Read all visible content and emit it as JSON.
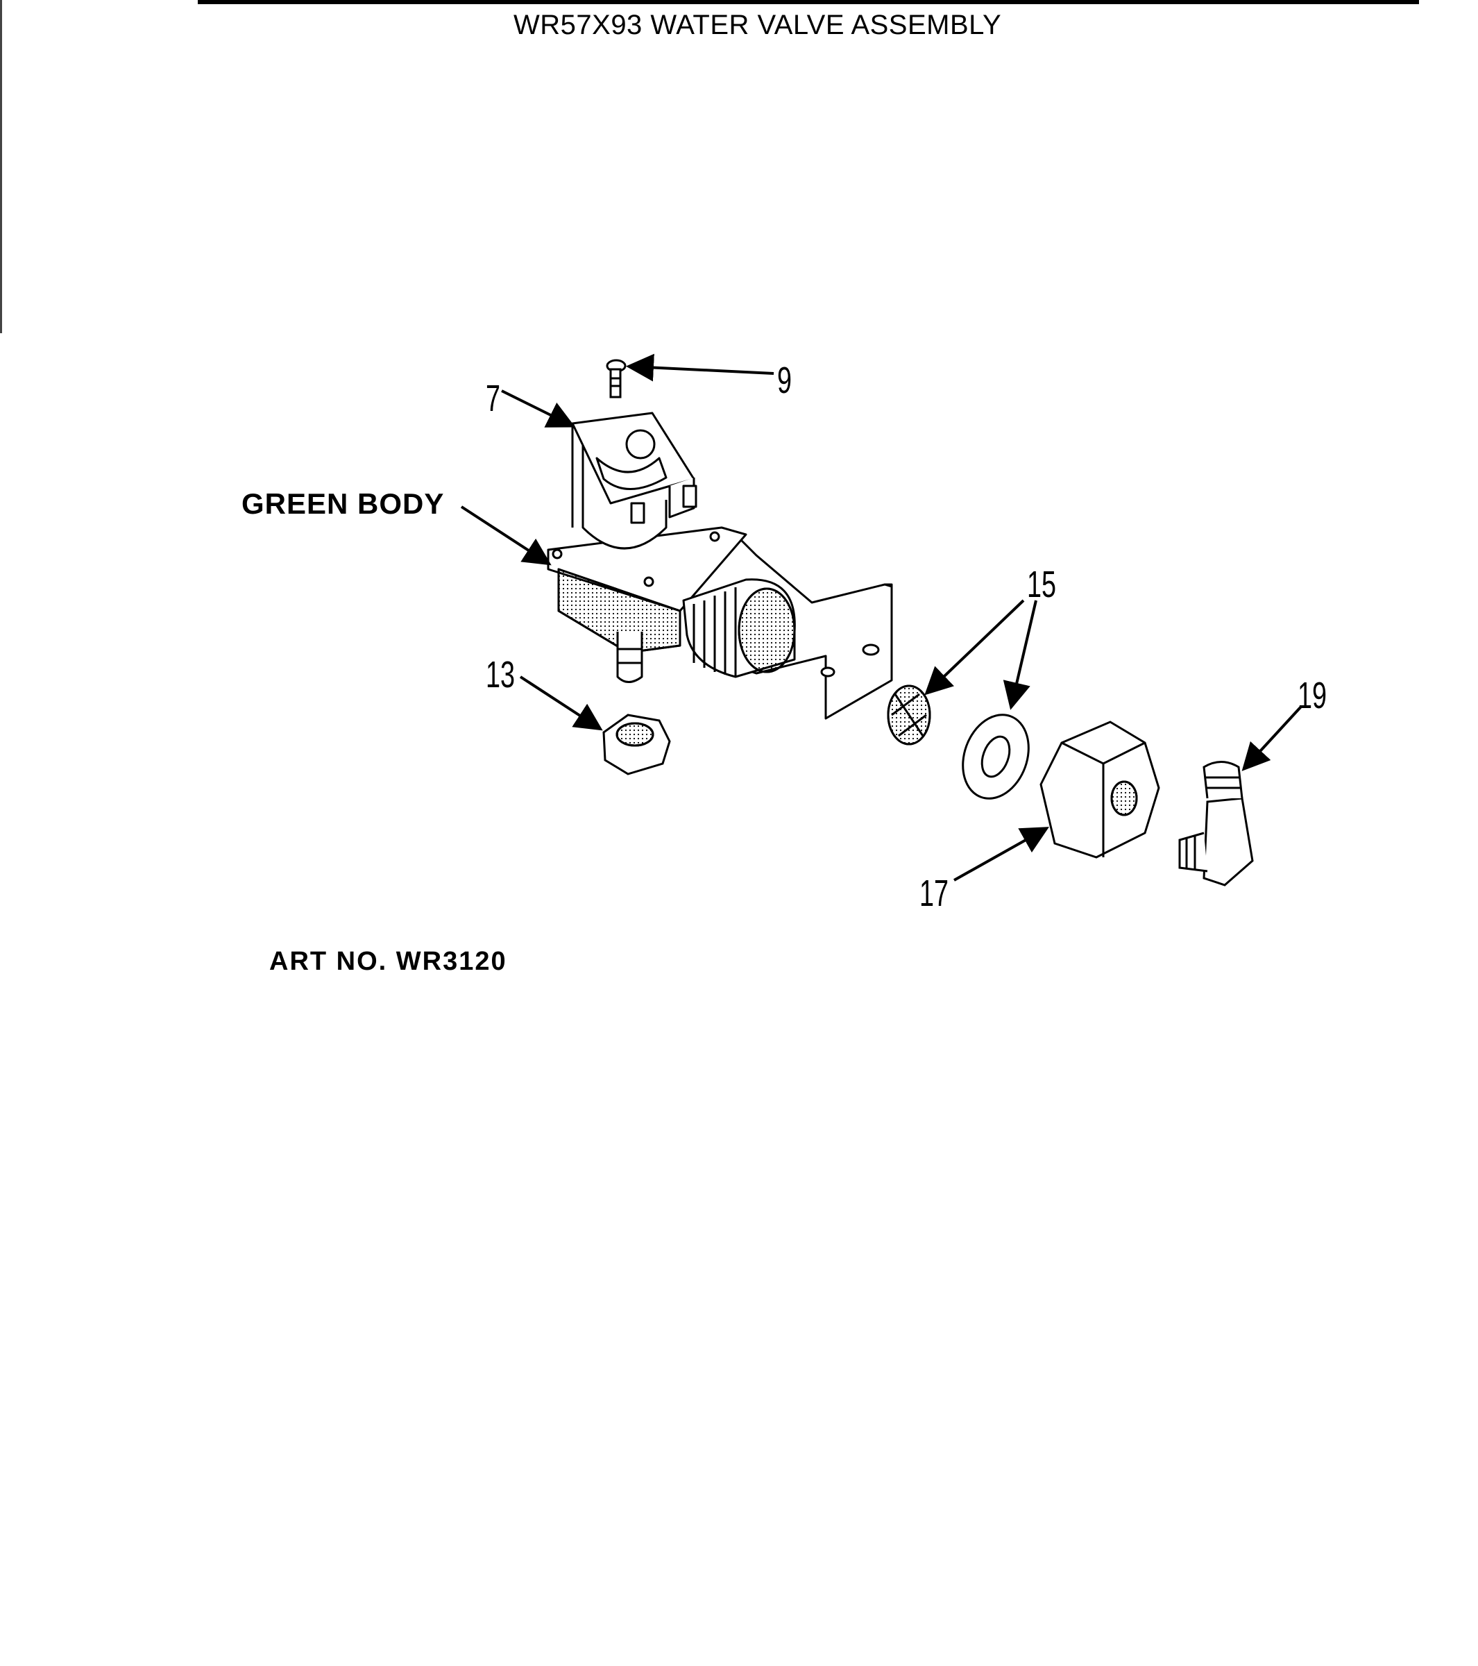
{
  "title": "WR57X93 WATER VALVE ASSEMBLY",
  "art_number": "ART NO. WR3120",
  "body_label": "GREEN BODY",
  "callouts": {
    "c7": "7",
    "c9": "9",
    "c13": "13",
    "c15": "15",
    "c17": "17",
    "c19": "19"
  }
}
